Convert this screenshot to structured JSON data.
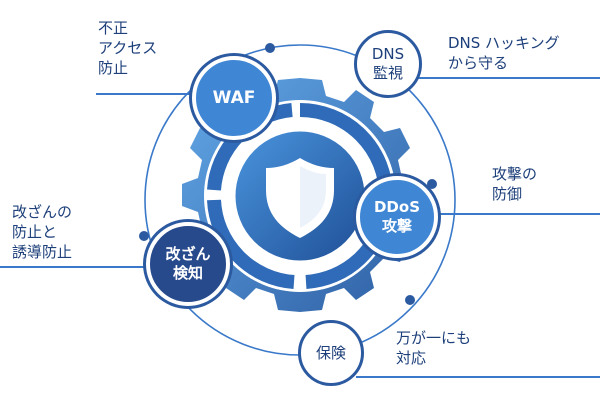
{
  "labels": {
    "waf": [
      "不正",
      "アクセス",
      "防止"
    ],
    "dns": [
      "DNS ハッキング",
      "から守る"
    ],
    "ddos": [
      "攻撃の",
      "防御"
    ],
    "tamper": [
      "改ざんの",
      "防止と",
      "誘導防止"
    ],
    "insurance": [
      "万が一にも",
      "対応"
    ]
  },
  "nodes": {
    "waf": "WAF",
    "dns": [
      "DNS",
      "監視"
    ],
    "ddos": [
      "DDoS",
      "攻撃"
    ],
    "tamper": [
      "改ざん",
      "検知"
    ],
    "insurance": "保険"
  },
  "colors": {
    "text": "#1d3f7a",
    "line": "#3a79c9",
    "ring_dark": "#2b5fa6",
    "ring_light": "#3f86d4",
    "node_fill_blue": "#3f86d4",
    "node_fill_navy": "#274a8c",
    "node_border": "#2c5aa0",
    "node_fill_white": "#ffffff"
  },
  "icons": [
    "shield-icon"
  ]
}
